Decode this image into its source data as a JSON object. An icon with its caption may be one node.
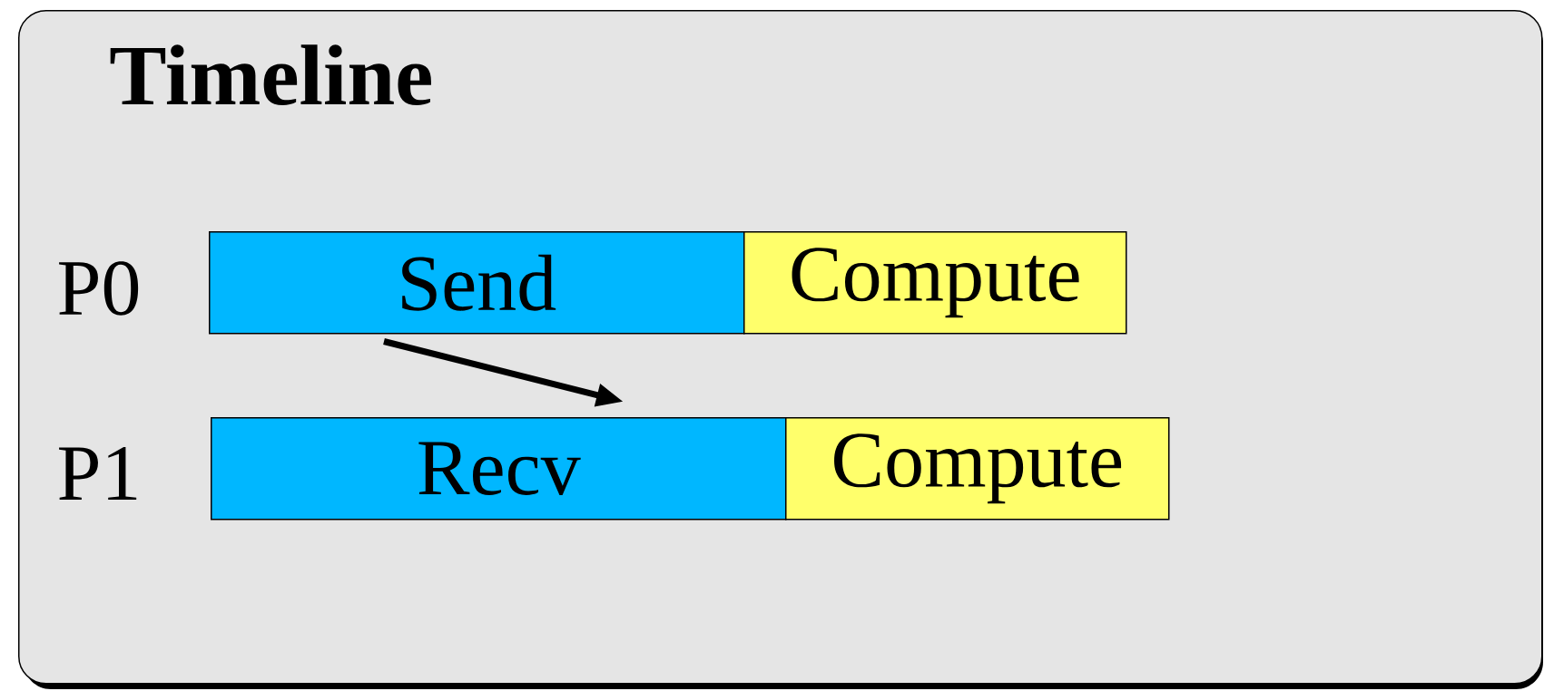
{
  "diagram": {
    "nodes": [
      {
        "text": [
          "Timeline"
        ]
      },
      {
        "text": [
          "Send"
        ],
        "in": 0
      },
      {
        "text": [
          "Compute"
        ],
        "in": 0
      },
      {
        "text": [
          "Recv"
        ],
        "in": 0
      },
      {
        "text": [
          "Compute"
        ],
        "in": 0
      }
    ],
    "edges": [
      {
        "from": 1,
        "to": 3,
        "arrow": "to"
      }
    ],
    "labels": [
      "P0",
      "P1"
    ]
  }
}
